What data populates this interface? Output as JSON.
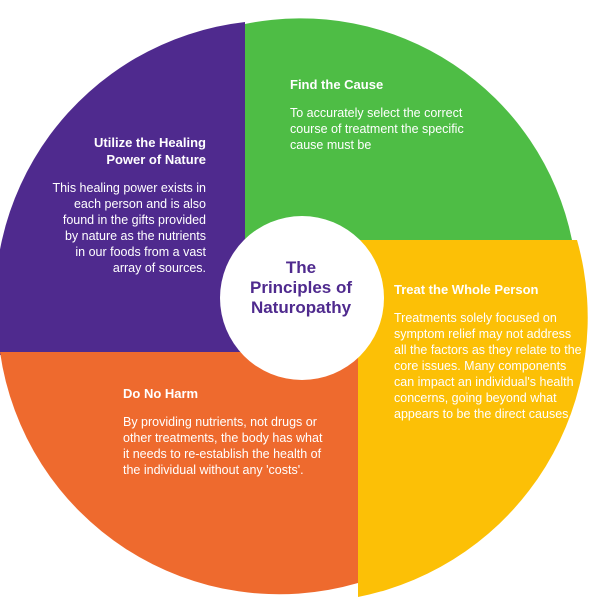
{
  "colors": {
    "purple": "#4f2a8e",
    "green": "#4ebd45",
    "yellow": "#fcc006",
    "orange": "#ee6a2e",
    "center_fill": "#ffffff",
    "title_text": "#4f2a8e"
  },
  "center": {
    "title_lines": [
      "The",
      "Principles of",
      "Naturopathy"
    ]
  },
  "quadrants": {
    "find_cause": {
      "title": "Find the Cause",
      "body": "To accurately select the correct course of treatment the specific cause must be"
    },
    "treat_whole": {
      "title": "Treat the Whole Person",
      "body": "Treatments solely focused on symptom relief may not address all the factors as they relate to the core issues. Many components can impact an individual's health concerns, going beyond what appears to be the direct causes."
    },
    "do_no_harm": {
      "title": "Do No Harm",
      "body": "By providing nutrients, not drugs or other treatments, the body has what it needs to re-establish the health of the individual without any 'costs'."
    },
    "utilize_nature": {
      "title": "Utilize the Healing Power of Nature",
      "body": "This healing power exists in each person and is also found in the gifts provided by nature as the nutrients in our foods from a vast array of sources."
    }
  }
}
